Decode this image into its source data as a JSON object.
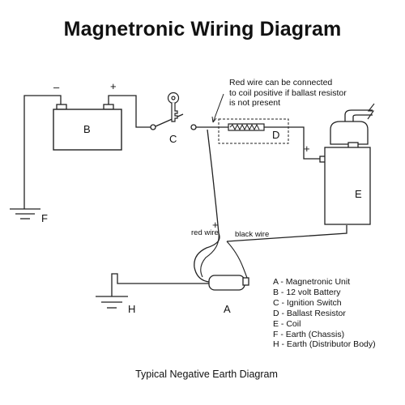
{
  "title": "Magnetronic Wiring Diagram",
  "caption": "Typical Negative Earth Diagram",
  "note": {
    "lines": [
      "Red wire can be connected",
      "to coil positive if ballast resistor",
      "is not present"
    ]
  },
  "labels": {
    "battery": "B",
    "switch": "C",
    "resistor": "D",
    "coil": "E",
    "earth_chassis": "F",
    "magnetronic": "A",
    "earth_distributor": "H",
    "battery_minus": "–",
    "battery_plus": "+",
    "coil_plus": "+",
    "junction_plus": "+",
    "red_wire": "red wire",
    "black_wire": "black wire"
  },
  "legend": [
    "A - Magnetronic Unit",
    "B - 12 volt Battery",
    "C - Ignition Switch",
    "D - Ballast Resistor",
    "E - Coil",
    "F - Earth (Chassis)",
    "H - Earth (Distributor Body)"
  ]
}
